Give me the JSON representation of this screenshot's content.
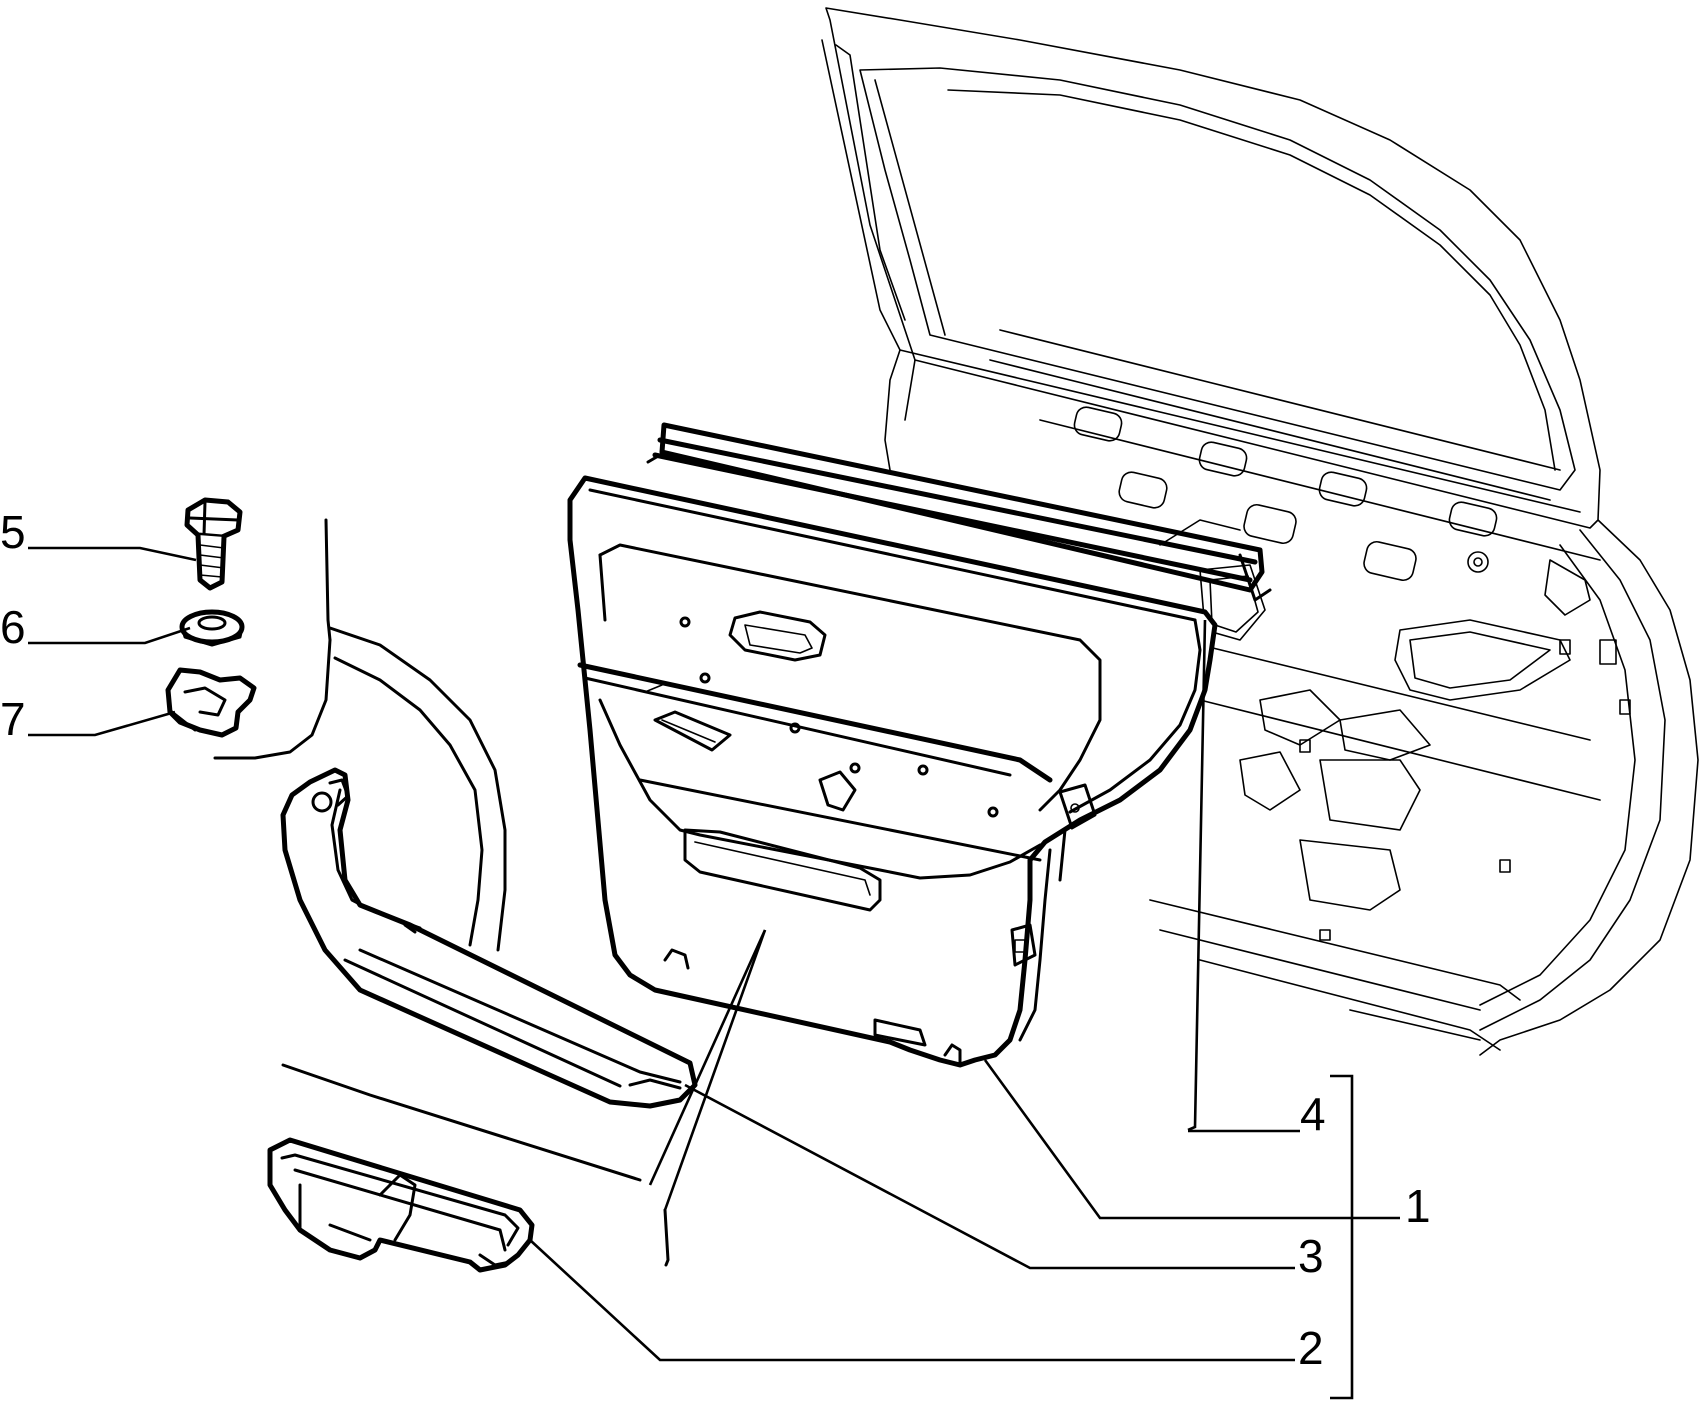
{
  "callouts": {
    "c1": "1",
    "c2": "2",
    "c3": "3",
    "c4": "4",
    "c5": "5",
    "c6": "6",
    "c7": "7"
  },
  "colors": {
    "line": "#000000",
    "background": "#ffffff"
  }
}
